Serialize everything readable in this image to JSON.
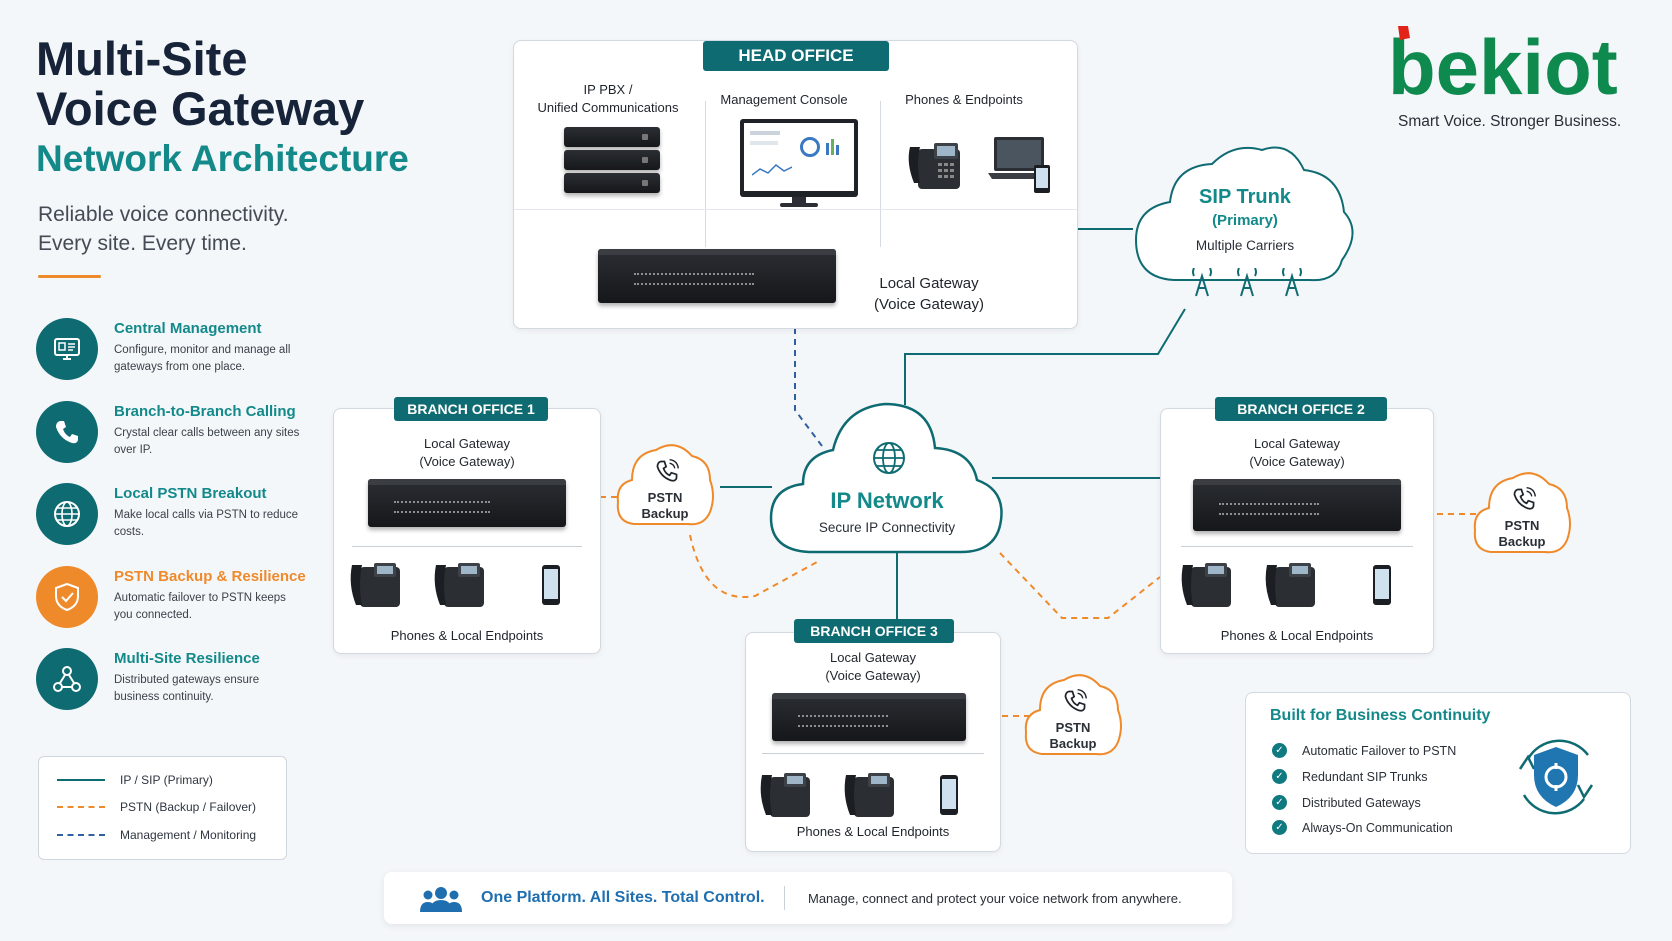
{
  "header": {
    "title_line1": "Multi-Site",
    "title_line2": "Voice Gateway",
    "title_line3": "Network Architecture",
    "tagline_line1": "Reliable voice connectivity.",
    "tagline_line2": "Every site. Every time."
  },
  "brand": {
    "logo_text": "bekiot",
    "slogan": "Smart Voice. Stronger Business.",
    "color_primary": "#0f8a4e",
    "color_accent": "#e2231a"
  },
  "features": [
    {
      "title": "Central Management",
      "desc": "Configure, monitor and manage all gateways from one place.",
      "icon": "monitor-icon",
      "color": "#0f6b72"
    },
    {
      "title": "Branch-to-Branch Calling",
      "desc": "Crystal clear calls between any sites over IP.",
      "icon": "phone-icon",
      "color": "#0f6b72"
    },
    {
      "title": "Local PSTN Breakout",
      "desc": "Make local calls via PSTN to reduce costs.",
      "icon": "globe-icon",
      "color": "#0f6b72"
    },
    {
      "title": "PSTN Backup & Resilience",
      "desc": "Automatic failover to PSTN keeps you connected.",
      "icon": "shield-icon",
      "color": "#ef8a2b"
    },
    {
      "title": "Multi-Site Resilience",
      "desc": "Distributed gateways ensure business continuity.",
      "icon": "network-icon",
      "color": "#0f6b72"
    }
  ],
  "legend": [
    {
      "label": "IP / SIP (Primary)",
      "color": "#0f6b72",
      "style": "solid"
    },
    {
      "label": "PSTN (Backup / Failover)",
      "color": "#ef8a2b",
      "style": "dashed"
    },
    {
      "label": "Management / Monitoring",
      "color": "#2e5f9e",
      "style": "dashed"
    }
  ],
  "head_office": {
    "badge": "HEAD OFFICE",
    "pbx_line1": "IP PBX /",
    "pbx_line2": "Unified Communications",
    "console": "Management Console",
    "phones": "Phones & Endpoints",
    "gateway_line1": "Local Gateway",
    "gateway_line2": "(Voice Gateway)"
  },
  "sip_trunk": {
    "title": "SIP Trunk",
    "subtitle": "(Primary)",
    "carriers": "Multiple Carriers"
  },
  "ip_network": {
    "title": "IP Network",
    "subtitle": "Secure IP Connectivity"
  },
  "pstn": {
    "line1": "PSTN",
    "line2": "Backup"
  },
  "branches": [
    {
      "badge": "BRANCH OFFICE 1",
      "gw_line1": "Local Gateway",
      "gw_line2": "(Voice Gateway)",
      "endpoints": "Phones & Local Endpoints"
    },
    {
      "badge": "BRANCH OFFICE 2",
      "gw_line1": "Local Gateway",
      "gw_line2": "(Voice Gateway)",
      "endpoints": "Phones & Local Endpoints"
    },
    {
      "badge": "BRANCH OFFICE 3",
      "gw_line1": "Local Gateway",
      "gw_line2": "(Voice Gateway)",
      "endpoints": "Phones & Local Endpoints"
    }
  ],
  "continuity": {
    "title": "Built for Business Continuity",
    "items": [
      "Automatic Failover to PSTN",
      "Redundant SIP Trunks",
      "Distributed Gateways",
      "Always-On Communication"
    ]
  },
  "footer": {
    "headline": "One Platform. All Sites. Total Control.",
    "text": "Manage, connect and protect your voice network from anywhere."
  }
}
